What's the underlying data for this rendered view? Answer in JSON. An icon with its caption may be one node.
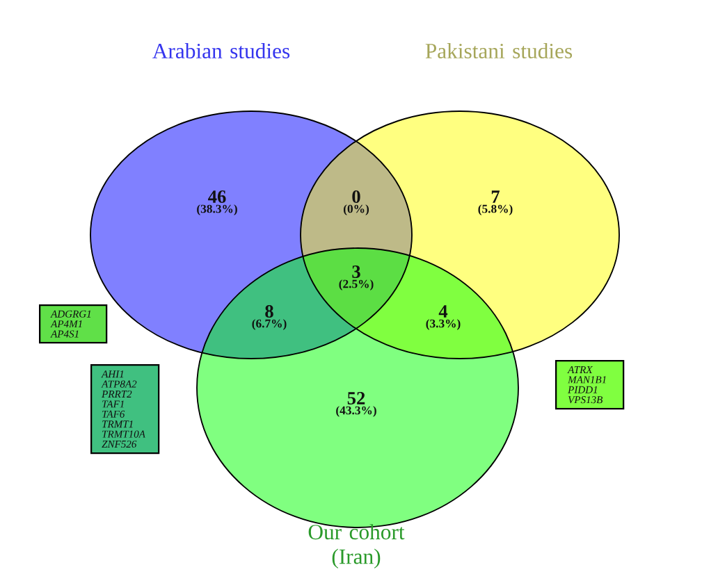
{
  "diagram": {
    "nodes": [
      {
        "text": [
          "Arabian studies"
        ]
      },
      {
        "text": [
          "Pakistani studies"
        ]
      },
      {
        "text": [
          "Our cohort (Iran)"
        ]
      },
      {
        "text": [
          "ADGRG1 AP4M1 AP4S1"
        ]
      },
      {
        "text": [
          "AHI1 ATP8A2 PRRT2 TAF1 TAF6 TRMT1 TRMT10A ZNF526"
        ]
      },
      {
        "text": [
          "ATRX MAN1B1 PIDD1 VPS13B"
        ]
      }
    ],
    "labels": [
      "46",
      "(38.3%)",
      "0",
      "(0%)",
      "7",
      "(5.8%)",
      "3",
      "(2.5%)",
      "8",
      "(6.7%)",
      "4",
      "(3.3%)",
      "52",
      "(43.3%)"
    ]
  }
}
